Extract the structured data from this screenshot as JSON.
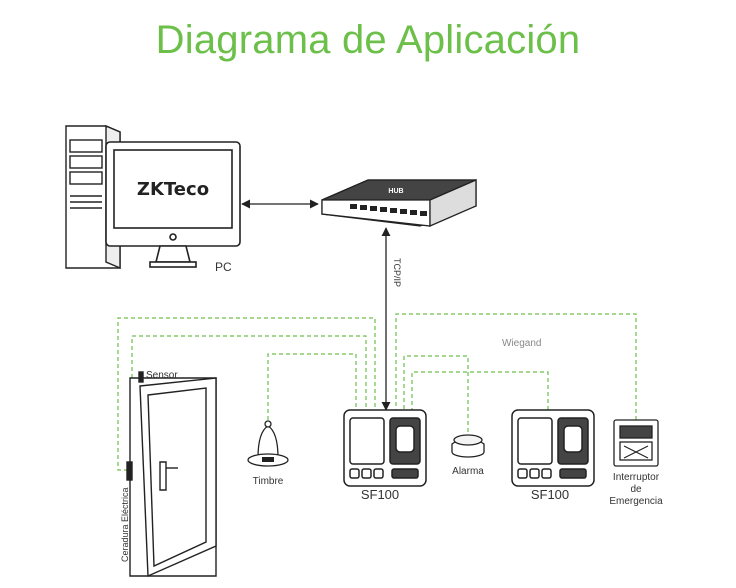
{
  "title": "Diagrama de Aplicación",
  "colors": {
    "accent": "#6cc04a",
    "line": "#222222",
    "dashed": "#6cc04a"
  },
  "nodes": {
    "pc": {
      "label": "PC",
      "logo": "ZKTeco"
    },
    "hub": {
      "label": "HUB"
    },
    "link_tcpip": {
      "label": "TCP/IP"
    },
    "wiegand": {
      "label": "Wiegand"
    },
    "sensor": {
      "label": "Sensor"
    },
    "lock": {
      "label": "Ceradura Eléctrica"
    },
    "bell": {
      "label": "Timbre"
    },
    "sf100_a": {
      "label": "SF100"
    },
    "alarm": {
      "label": "Alarma"
    },
    "sf100_b": {
      "label": "SF100"
    },
    "exit": {
      "label_line1": "Interruptor",
      "label_line2": "de",
      "label_line3": "Emergencia"
    }
  }
}
